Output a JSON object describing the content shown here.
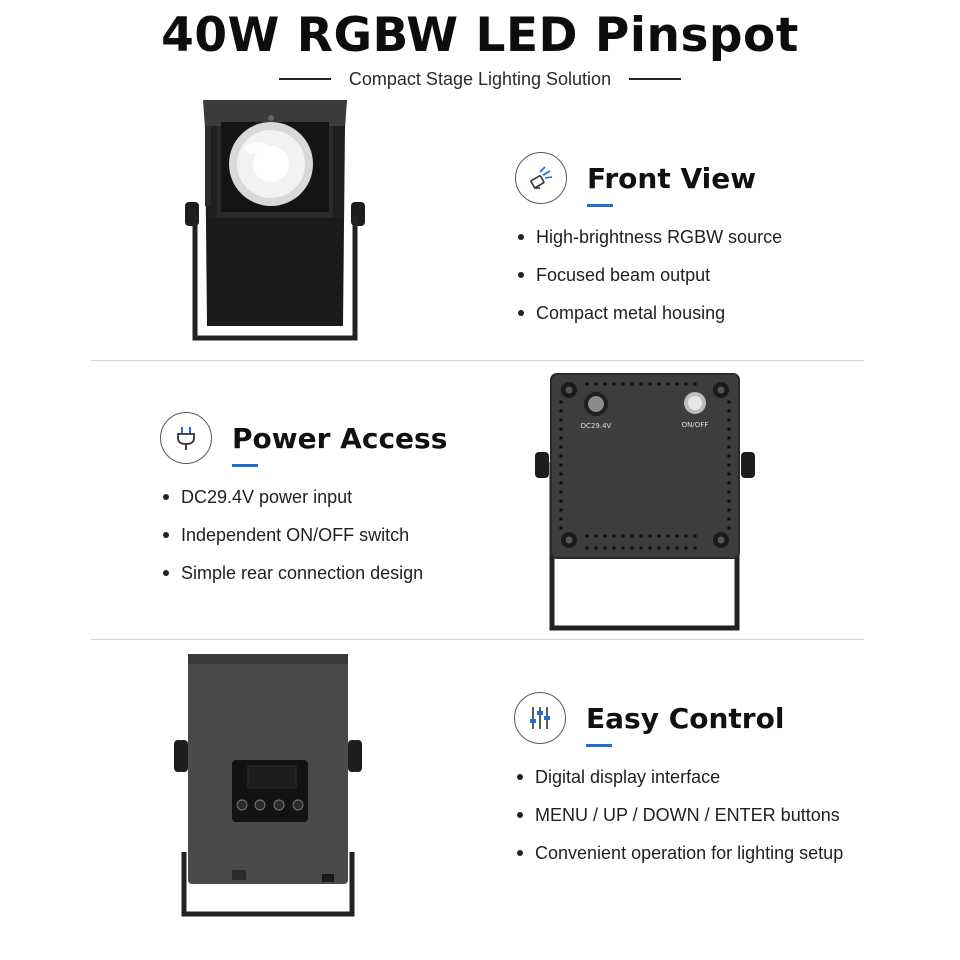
{
  "header": {
    "title": "40W RGBW LED Pinspot",
    "subtitle": "Compact Stage Lighting Solution"
  },
  "sections": [
    {
      "heading": "Front View",
      "icon": "spotlight-icon",
      "bullets": [
        "High-brightness RGBW source",
        "Focused beam output",
        "Compact metal housing"
      ]
    },
    {
      "heading": "Power Access",
      "icon": "plug-icon",
      "bullets": [
        "DC29.4V power input",
        "Independent ON/OFF switch",
        "Simple rear connection design"
      ],
      "photo_labels": {
        "dc_port": "DC29.4V",
        "switch": "ON/OFF"
      }
    },
    {
      "heading": "Easy Control",
      "icon": "sliders-icon",
      "bullets": [
        "Digital display interface",
        "MENU / UP / DOWN / ENTER buttons",
        "Convenient operation for lighting setup"
      ]
    }
  ],
  "colors": {
    "accent": "#1f6fd0",
    "divider": "#d4d4d4",
    "fixture": "#2a2a2a"
  }
}
